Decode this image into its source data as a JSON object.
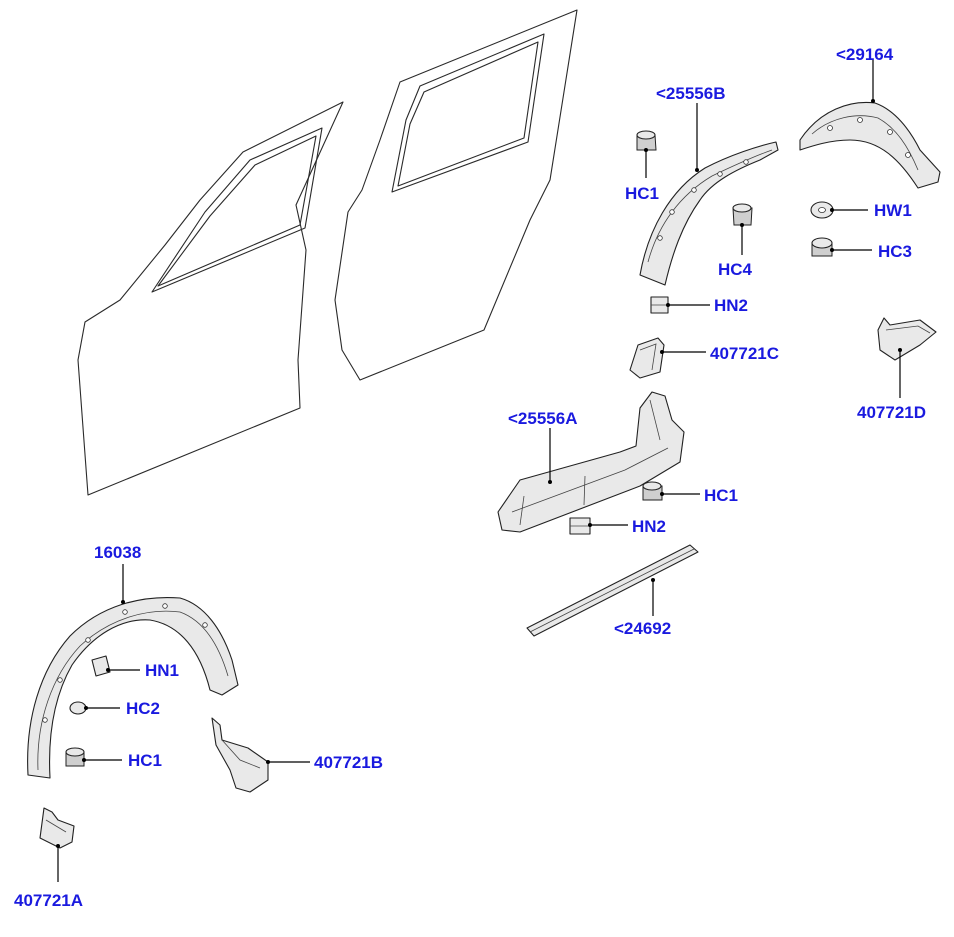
{
  "diagram": {
    "callouts": {
      "c29164": "<29164",
      "c25556B": "<25556B",
      "hc1_top": "HC1",
      "hc4": "HC4",
      "hw1": "HW1",
      "hc3": "HC3",
      "hn2_top": "HN2",
      "c407721C": "407721C",
      "c407721D": "407721D",
      "c25556A": "<25556A",
      "hc1_mid": "HC1",
      "hn2_mid": "HN2",
      "c24692": "<24692",
      "c16038": "16038",
      "hn1": "HN1",
      "hc2": "HC2",
      "hc1_low": "HC1",
      "c407721B": "407721B",
      "c407721A": "407721A"
    },
    "colors": {
      "callout_text": "#1a1adf",
      "line_art": "#222222",
      "part_fill": "#e9e9e9",
      "background": "#ffffff"
    }
  }
}
